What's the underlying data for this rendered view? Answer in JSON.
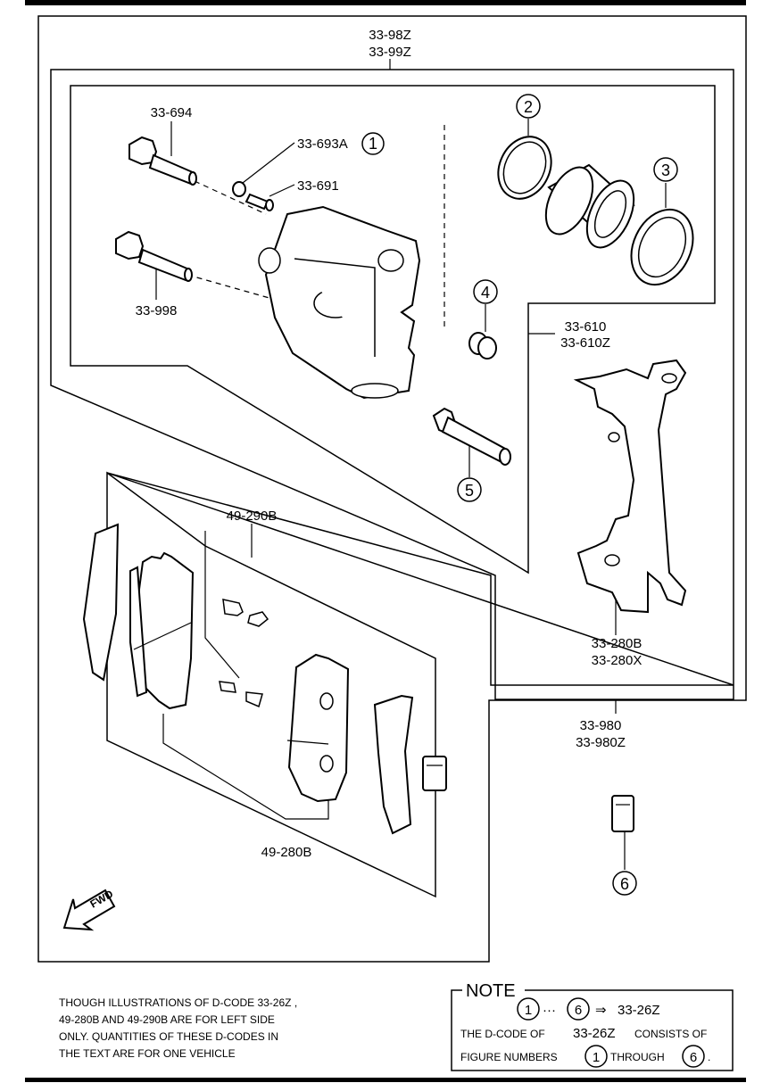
{
  "labels": {
    "assembly_top": [
      "33-98Z",
      "33-99Z"
    ],
    "bolt_upper": "33-694",
    "bleeder_cap": "33-693A",
    "bleeder_screw": "33-691",
    "bolt_lower": "33-998",
    "bracket_kit": [
      "33-610",
      "33-610Z"
    ],
    "clip_kit": "49-290B",
    "bracket": [
      "33-280B",
      "33-280X"
    ],
    "pad_assy": [
      "33-980",
      "33-980Z"
    ],
    "pads": "49-280B",
    "fwd": "FWD"
  },
  "callouts": [
    "1",
    "2",
    "3",
    "4",
    "5",
    "6"
  ],
  "note_left": [
    "THOUGH ILLUSTRATIONS OF D-CODE 33-26Z ,",
    "49-280B AND 49-290B ARE FOR LEFT SIDE",
    "ONLY. QUANTITIES OF THESE D-CODES IN",
    "THE TEXT ARE FOR ONE VEHICLE"
  ],
  "note_box": {
    "title": "NOTE",
    "range_from": "1",
    "ellipsis": "···",
    "range_to": "6",
    "arrow": "⇒",
    "code": "33-26Z",
    "line2_prefix": "THE D-CODE OF",
    "line2_code": "33-26Z",
    "line2_suffix": "CONSISTS OF",
    "line3_prefix": "FIGURE NUMBERS",
    "line3_from": "1",
    "line3_mid": "THROUGH",
    "line3_to": "6",
    "line3_end": "."
  }
}
